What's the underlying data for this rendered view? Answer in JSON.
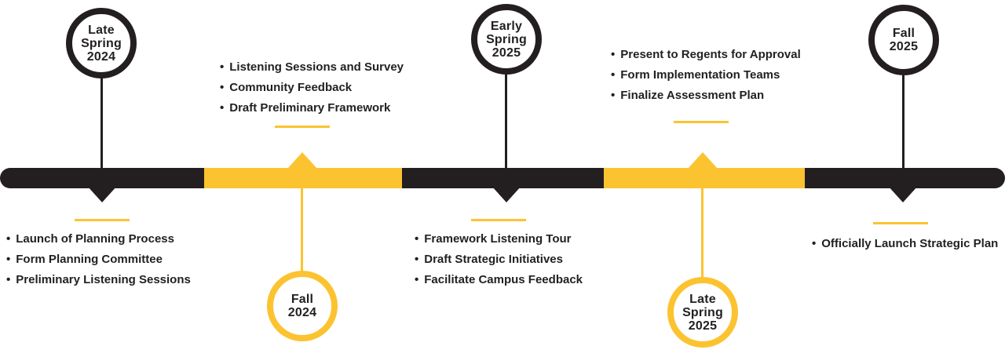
{
  "colors": {
    "black": "#231f20",
    "yellow": "#fcc331"
  },
  "glyphs": {
    "bullet": "•"
  },
  "milestones": [
    {
      "id": "late-spring-2024",
      "date_lines": [
        "Late",
        "Spring",
        "2024"
      ],
      "ring": "black",
      "circle_position": "top",
      "bullets": [
        "Launch of Planning Process",
        "Form Planning Committee",
        "Preliminary Listening Sessions"
      ]
    },
    {
      "id": "fall-2024",
      "date_lines": [
        "Fall",
        "2024"
      ],
      "ring": "yellow",
      "circle_position": "bottom",
      "bullets": [
        "Listening Sessions and Survey",
        "Community Feedback",
        "Draft Preliminary Framework"
      ]
    },
    {
      "id": "early-spring-2025",
      "date_lines": [
        "Early",
        "Spring",
        "2025"
      ],
      "ring": "black",
      "circle_position": "top",
      "bullets": [
        "Framework Listening Tour",
        "Draft Strategic Initiatives",
        "Facilitate Campus Feedback"
      ]
    },
    {
      "id": "late-spring-2025",
      "date_lines": [
        "Late",
        "Spring",
        "2025"
      ],
      "ring": "yellow",
      "circle_position": "bottom",
      "bullets": [
        "Present to Regents for Approval",
        "Form Implementation Teams",
        "Finalize Assessment Plan"
      ]
    },
    {
      "id": "fall-2025",
      "date_lines": [
        "Fall",
        "2025"
      ],
      "ring": "black",
      "circle_position": "top",
      "bullets": [
        "Officially Launch Strategic Plan"
      ]
    }
  ]
}
